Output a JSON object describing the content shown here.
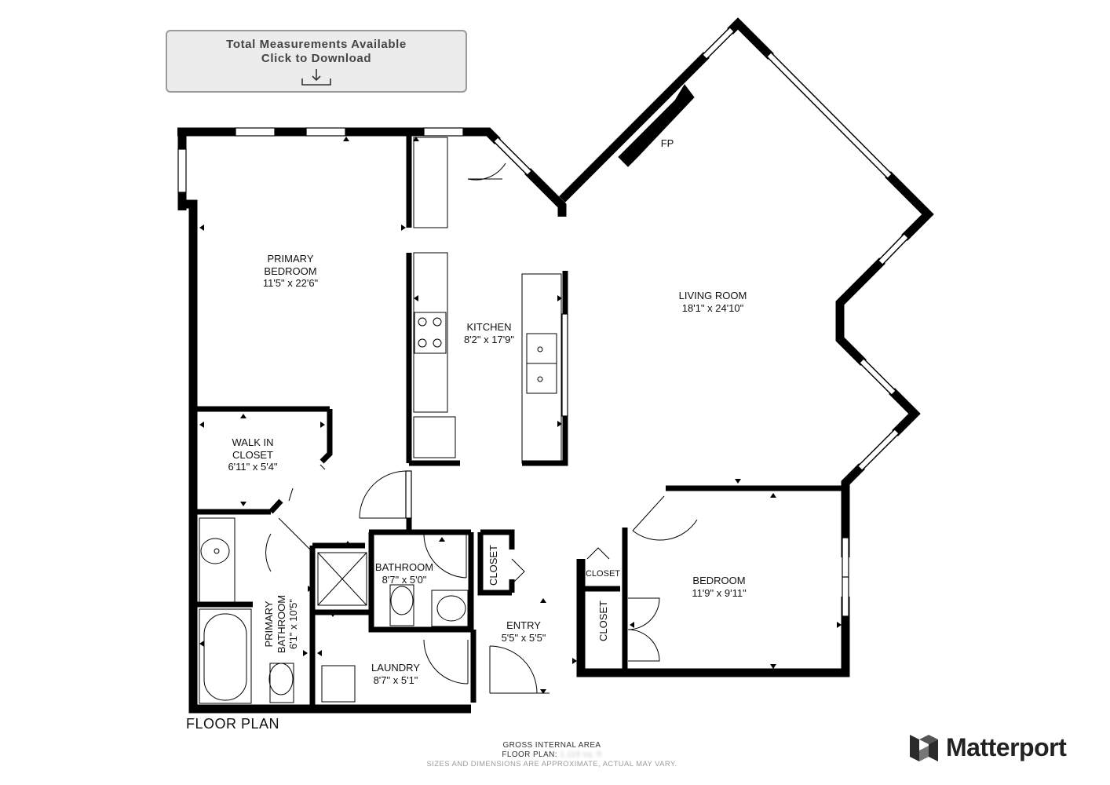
{
  "download": {
    "line1": "Total Measurements Available",
    "line2": "Click to Download",
    "icon": "download-icon"
  },
  "rooms": {
    "primary_bedroom": {
      "name1": "PRIMARY",
      "name2": "BEDROOM",
      "dims": "11'5\" x 22'6\""
    },
    "walk_in_closet": {
      "name1": "WALK IN",
      "name2": "CLOSET",
      "dims": "6'11\" x 5'4\""
    },
    "kitchen": {
      "name": "KITCHEN",
      "dims": "8'2\" x 17'9\""
    },
    "living_room": {
      "name": "LIVING ROOM",
      "dims": "18'1\" x 24'10\""
    },
    "fireplace": {
      "name": "FP"
    },
    "primary_bathroom": {
      "name1": "PRIMARY",
      "name2": "BATHROOM",
      "dims": "6'1\" x 10'5\""
    },
    "bathroom": {
      "name": "BATHROOM",
      "dims": "8'7\" x 5'0\""
    },
    "closet_hall": {
      "name": "CLOSET"
    },
    "entry": {
      "name": "ENTRY",
      "dims": "5'5\" x 5'5\""
    },
    "laundry": {
      "name": "LAUNDRY",
      "dims": "8'7\" x 5'1\""
    },
    "closet_small": {
      "name": "CLOSET"
    },
    "closet_bedroom": {
      "name": "CLOSET"
    },
    "bedroom": {
      "name": "BEDROOM",
      "dims": "11'9\" x 9'11\""
    }
  },
  "plan_label": "FLOOR PLAN",
  "footer": {
    "gross_area": "GROSS INTERNAL AREA",
    "floor_plan_prefix": "FLOOR PLAN:",
    "floor_plan_value": "1,119 sq. ft",
    "disclaimer": "SIZES AND DIMENSIONS ARE APPROXIMATE, ACTUAL MAY VARY."
  },
  "brand": {
    "name": "Matterport",
    "icon": "matterport-logo-icon"
  },
  "colors": {
    "wall": "#000000",
    "background": "#ffffff",
    "button_bg": "#ececec",
    "button_border": "#9a9a9a"
  }
}
